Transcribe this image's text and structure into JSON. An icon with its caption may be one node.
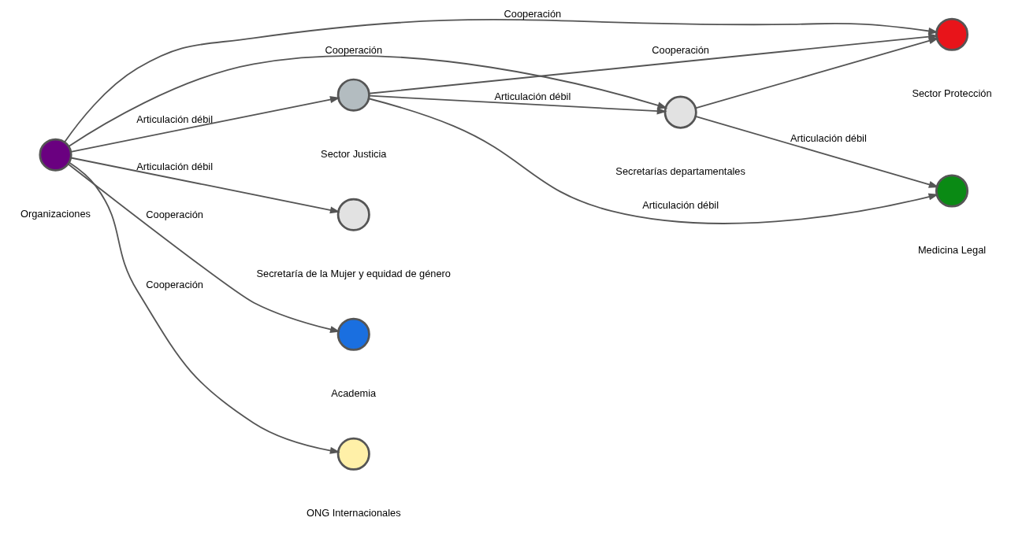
{
  "diagram": {
    "nodes": [
      {
        "text": [],
        "shape": "circle",
        "beside": [
          "Organizaciones"
        ]
      },
      {
        "text": [],
        "shape": "circle",
        "beside": [
          "Sector Justicia"
        ]
      },
      {
        "text": [],
        "shape": "circle",
        "beside": [
          "Secretarías departamentales"
        ]
      },
      {
        "text": [],
        "shape": "circle",
        "beside": [
          "Medicina Legal"
        ]
      },
      {
        "text": [],
        "shape": "circle",
        "beside": [
          "Sector Protección"
        ]
      },
      {
        "text": [],
        "shape": "circle",
        "beside": [
          "Secretaría de la Mujer y equidad de género"
        ]
      },
      {
        "text": [],
        "shape": "circle",
        "beside": [
          "Academia"
        ]
      },
      {
        "text": [],
        "shape": "circle",
        "beside": [
          "ONG Internacionales"
        ]
      }
    ],
    "edges": [
      {
        "from": 0,
        "to": 1,
        "arrow": "to",
        "label": "Articulación débil"
      },
      {
        "from": 1,
        "to": 2,
        "arrow": "to",
        "label": "Articulación débil"
      },
      {
        "from": 0,
        "to": 2,
        "arrow": "to",
        "label": "Cooperación"
      },
      {
        "from": 1,
        "to": 3,
        "arrow": "to",
        "label": "Articulación débil"
      },
      {
        "from": 1,
        "to": 4,
        "arrow": "to",
        "label": "Cooperación"
      },
      {
        "from": 2,
        "to": 3,
        "arrow": "to",
        "label": "Articulación débil"
      },
      {
        "from": 2,
        "to": 4,
        "arrow": "to"
      },
      {
        "from": 0,
        "to": 4,
        "arrow": "to",
        "label": "Cooperación"
      },
      {
        "from": 0,
        "to": 5,
        "arrow": "to",
        "label": "Articulación débil"
      },
      {
        "from": 0,
        "to": 6,
        "arrow": "to",
        "label": "Cooperación"
      },
      {
        "from": 0,
        "to": 7,
        "arrow": "to",
        "label": "Cooperación"
      }
    ]
  }
}
